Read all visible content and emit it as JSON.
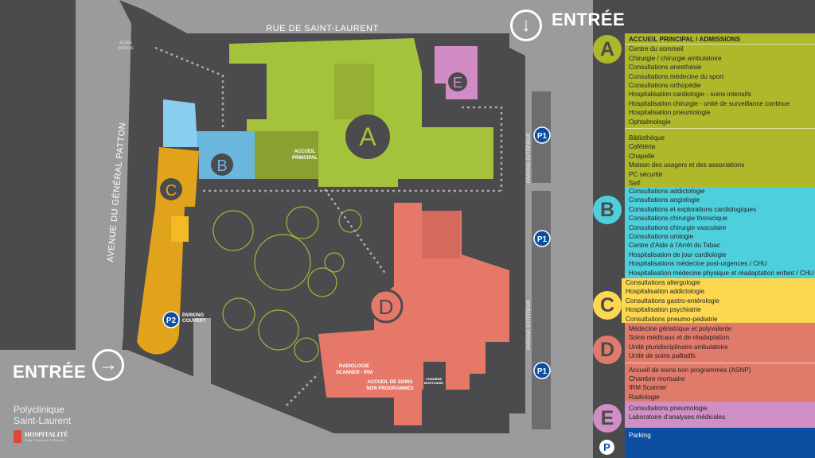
{
  "map": {
    "street_top": "RUE DE SAINT-LAURENT",
    "street_left": "AVENUE DU GÉNÉRAL PATTON",
    "entrance_top": "ENTRÉE",
    "entrance_left": "ENTRÉE",
    "pedestrian_access": [
      "accès",
      "piétons"
    ],
    "parking_covered": [
      "PARKING",
      "COUVERT"
    ],
    "parking_exterior": "PARKING EXTÉRIEUR",
    "accueil_principal": [
      "ACCUEIL",
      "PRINCIPAL"
    ],
    "radiologie": [
      "RADIOLOGIE",
      "SCANNER - IRM"
    ],
    "accueil_soins": [
      "ACCUEIL DE SOINS",
      "NON PROGRAMMÉS"
    ],
    "chambre_mortuaire": [
      "CHAMBRE",
      "MORTUAIRE"
    ],
    "buildings": [
      "A",
      "B",
      "C",
      "D",
      "E"
    ],
    "parking_p1": "P1",
    "parking_p2": "P2"
  },
  "branding": {
    "name_line1": "Polyclinique",
    "name_line2": "Saint-Laurent",
    "logo_text": "HOSPITALITÉ",
    "logo_sub": "Saint-Thomas de Villeneuve"
  },
  "legend": {
    "A": {
      "letter": "A",
      "color": "#afb82a",
      "header": "ACCUEIL PRINCIPAL / ADMISSIONS",
      "items": [
        "Centre du sommeil",
        "Chirurgie / chirurgie ambulatoire",
        "Consultations anesthésie",
        "Consultations médecine du sport",
        "Consultations orthopédie",
        "Hospitalisation cardiologie - soins intensifs",
        "Hospitalisation chirurgie - unité de surveillance continue",
        "Hospitalisation pneumologie",
        "Ophtalmologie"
      ],
      "items2": [
        "Bibliothèque",
        "Cafétéria",
        "Chapelle",
        "Maison des usagers et des associations",
        "PC sécurité",
        "Self"
      ]
    },
    "B": {
      "letter": "B",
      "color": "#4ecfdc",
      "items": [
        "Consultations addictologie",
        "Consultations angiologie",
        "Consultations et explorations cardiologiques",
        "Consultations chirurgie thoracique",
        "Consultations chirurgie vasculaire",
        "Consultations urologie",
        "Centre d'Aide à l'Arrêt du Tabac",
        "Hospitalisation de jour cardiologie",
        "Hospitalisations médecine post-urgences / CHU",
        "Hospitalisation médecine physique et réadaptation enfant / CHU"
      ]
    },
    "C": {
      "letter": "C",
      "color": "#fbd850",
      "items": [
        "Consultations allergologie",
        "Hospitalisation addictologie",
        "Consultations gastro-entérologie",
        "Hospitalisation psychiatrie",
        "Consultations pneumo-pédiatrie"
      ]
    },
    "D": {
      "letter": "D",
      "color": "#e07a6b",
      "items": [
        "Médecine gériatrique et polyvalente",
        "Soins médicaux et de réadaptation",
        "Unité pluridisciplinaire ambulatoire",
        "Unité de soins palliatifs"
      ],
      "items2": [
        "Accueil de soins non programmés (ASNP)",
        "Chambre mortuaire",
        "IRM Scanner",
        "Radiologie"
      ]
    },
    "E": {
      "letter": "E",
      "color": "#d08fc4",
      "items": [
        "Consultations pneumologie",
        "Laboratoire d'analyses médicales"
      ]
    },
    "P": {
      "letter": "P",
      "color": "#0b4ea2",
      "label": "Parking"
    }
  }
}
